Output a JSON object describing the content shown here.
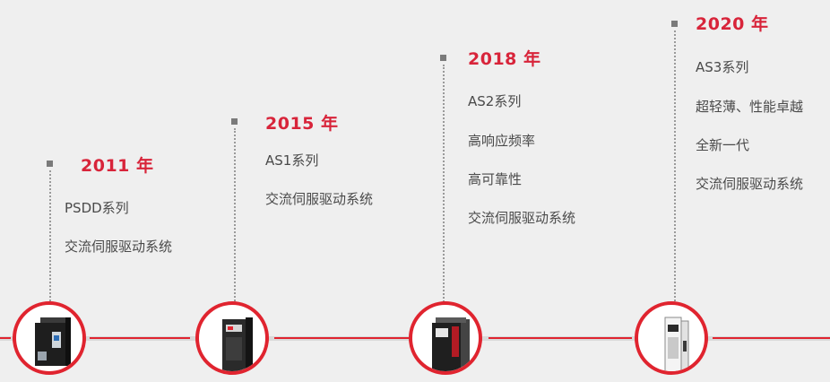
{
  "milestones": [
    {
      "year": "2011 年",
      "lines": [
        "PSDD系列",
        "交流伺服驱动系统"
      ]
    },
    {
      "year": "2015 年",
      "lines": [
        "AS1系列",
        "交流伺服驱动系统"
      ]
    },
    {
      "year": "2018 年",
      "lines": [
        "AS2系列",
        "高响应频率",
        "高可靠性",
        "交流伺服驱动系统"
      ]
    },
    {
      "year": "2020 年",
      "lines": [
        "AS3系列",
        "超轻薄、性能卓越",
        "全新一代",
        "交流伺服驱动系统"
      ]
    }
  ],
  "colors": {
    "accent": "#d8243a",
    "timeline": "#d9d9d9",
    "text": "#4a4a4a",
    "marker": "#7a7a7a"
  },
  "icons": [
    "servo-drive-psdd-icon",
    "servo-drive-as1-icon",
    "servo-drive-as2-icon",
    "servo-drive-as3-icon"
  ]
}
